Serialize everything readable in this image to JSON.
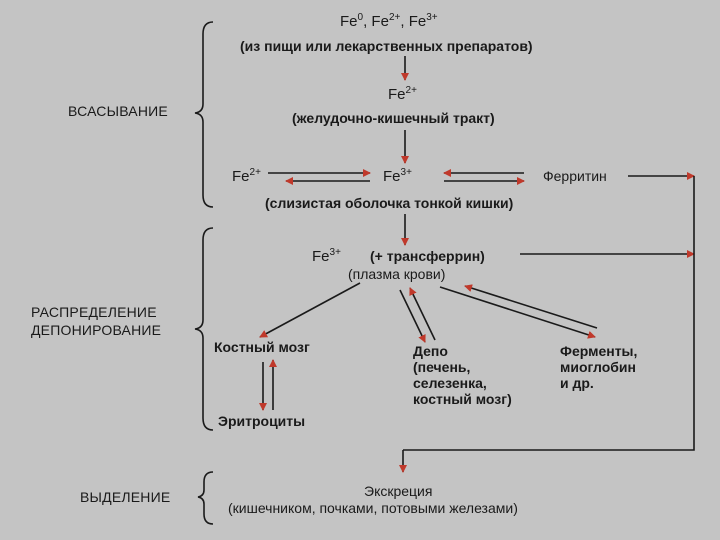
{
  "sections": {
    "absorption": "ВСАСЫВАНИЕ",
    "distribution_line1": "РАСПРЕДЕЛЕНИЕ",
    "distribution_line2": "ДЕПОНИРОВАНИЕ",
    "excretion": "ВЫДЕЛЕНИЕ"
  },
  "nodes": {
    "source_ions": {
      "fe0": "Fe",
      "fe0_sup": "0",
      "sep1": ", ",
      "fe2": "Fe",
      "fe2_sup": "2+",
      "sep2": ", ",
      "fe3": "Fe",
      "fe3_sup": "3+"
    },
    "source_note": "(из пищи или лекарственных препаратов)",
    "gi_ion": "Fe",
    "gi_ion_sup": "2+",
    "gi_note": "(желудочно-кишечный тракт)",
    "mucosa_left_ion": "Fe",
    "mucosa_left_sup": "2+",
    "mucosa_center_ion": "Fe",
    "mucosa_center_sup": "3+",
    "ferritin": "Ферритин",
    "mucosa_note": "(слизистая оболочка тонкой кишки)",
    "plasma_ion": "Fe",
    "plasma_ion_sup": "3+",
    "plasma_transferrin": "(+ трансферрин)",
    "plasma_note": "(плазма крови)",
    "bone_marrow": "Костный мозг",
    "erythrocytes": "Эритроциты",
    "depot_lines": [
      "Депо",
      "(печень,",
      "селезенка,",
      "костный мозг)"
    ],
    "enzymes_lines": [
      "Ферменты,",
      "миоглобин",
      "и др."
    ],
    "excretion_title": "Экскреция",
    "excretion_note": "(кишечником, почками, потовыми железами)"
  },
  "colors": {
    "background": "#c4c4c4",
    "text": "#1a1a1a",
    "line": "#1a1a1a",
    "arrowhead": "#c0392b"
  }
}
